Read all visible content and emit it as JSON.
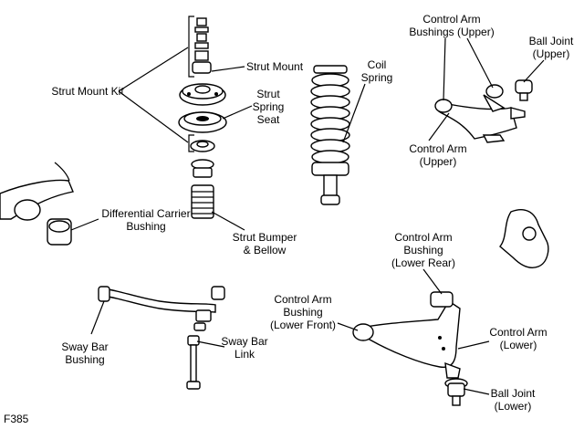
{
  "labels": {
    "strut_mount_kit": "Strut Mount Kit",
    "strut_mount": "Strut Mount",
    "strut_spring_seat": "Strut\nSpring\nSeat",
    "coil_spring": "Coil\nSpring",
    "control_arm_bushings_upper": "Control Arm\nBushings (Upper)",
    "ball_joint_upper": "Ball Joint\n(Upper)",
    "control_arm_upper": "Control Arm\n(Upper)",
    "differential_carrier_bushing": "Differential Carrier\nBushing",
    "strut_bumper_bellow": "Strut Bumper\n& Bellow",
    "control_arm_bushing_lower_rear": "Control Arm\nBushing\n(Lower Rear)",
    "control_arm_bushing_lower_front": "Control Arm\nBushing\n(Lower Front)",
    "control_arm_lower": "Control Arm\n(Lower)",
    "sway_bar_bushing": "Sway Bar\nBushing",
    "sway_bar_link": "Sway Bar\nLink",
    "ball_joint_lower": "Ball Joint\n(Lower)",
    "figure_code": "F385"
  }
}
